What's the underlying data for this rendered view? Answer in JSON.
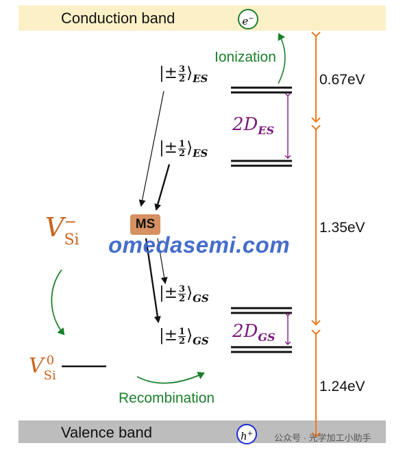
{
  "bands": {
    "conduction": "Conduction band",
    "valence": "Valence band",
    "electron_symbol": "e",
    "electron_charge": "−",
    "hole_symbol": "h",
    "hole_charge": "+"
  },
  "states": {
    "es_32": {
      "pm": "|±",
      "num": "3",
      "den": "2",
      "close": "⟩",
      "sub": "ES"
    },
    "es_12": {
      "pm": "|±",
      "num": "1",
      "den": "2",
      "close": "⟩",
      "sub": "ES"
    },
    "gs_32": {
      "pm": "|±",
      "num": "3",
      "den": "2",
      "close": "⟩",
      "sub": "GS"
    },
    "gs_12": {
      "pm": "|±",
      "num": "1",
      "den": "2",
      "close": "⟩",
      "sub": "GS"
    }
  },
  "splittings": {
    "es": {
      "main": "2D",
      "sub": "ES"
    },
    "gs": {
      "main": "2D",
      "sub": "GS"
    }
  },
  "defects": {
    "minus": {
      "main": "V",
      "sub": "Si",
      "sup": "−"
    },
    "zero": {
      "main": "V",
      "sub": "Si",
      "sup": "0"
    }
  },
  "energies": {
    "top": "0.67eV",
    "middle": "1.35eV",
    "bottom": "1.24eV"
  },
  "processes": {
    "ionization": "Ionization",
    "recombination": "Recombination",
    "ms": "MS"
  },
  "watermark": "omedasemi.com",
  "footer": "公众号 · 光学加工小助手",
  "colors": {
    "conduction_band": "#fcf0c7",
    "valence_band": "#bdbdbd",
    "energy_arrow": "#f07a20",
    "splitting": "#7b1a7b",
    "process_green": "#1a7f2a",
    "defect_orange": "#c9631d",
    "ms_box": "#d69061",
    "electron_badge_border": "#1a7f2a",
    "hole_badge_border": "#1a2ad6",
    "watermark": "#3763c9"
  }
}
